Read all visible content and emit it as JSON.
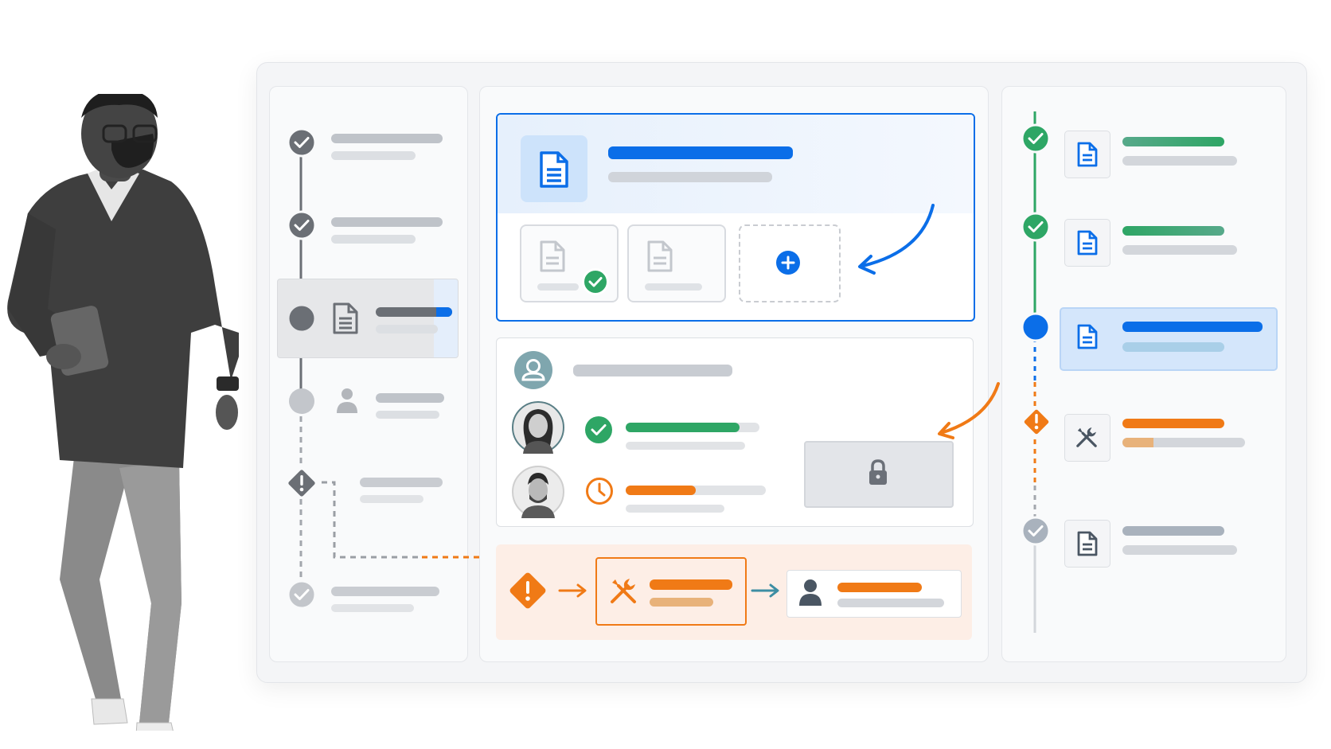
{
  "colors": {
    "blue": "#0b6ee8",
    "green": "#2ea665",
    "orange": "#f07a16",
    "grey": "#8e9399",
    "light_orange": "#e8b27a",
    "blue_tint": "#e4f0fd",
    "orange_tint": "#fdeee6"
  },
  "icons": {
    "left_timeline": [
      "check-circle-icon",
      "check-circle-icon",
      "document-icon",
      "user-icon",
      "warning-diamond-icon",
      "check-circle-icon"
    ],
    "right_timeline": [
      "check-circle-icon",
      "check-circle-icon",
      "document-icon",
      "tools-icon",
      "check-circle-icon"
    ],
    "center": [
      "document-icon",
      "plus-circle-icon",
      "lock-icon",
      "clock-icon",
      "user-icon",
      "wrench-screwdriver-icon",
      "arrow-right-icon"
    ]
  },
  "progress": {
    "approver_1_done": 0.85,
    "approver_2_pending": 0.5,
    "right_task_4": 0.25
  }
}
